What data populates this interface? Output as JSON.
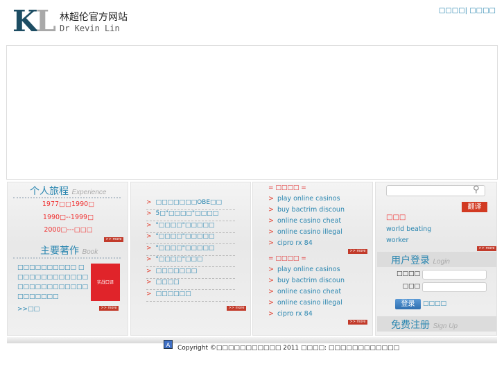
{
  "header": {
    "logo_k": "K",
    "logo_l": "L",
    "site_name": "林超伦官方网站",
    "site_name_en": "Dr Kevin Lin",
    "top_links": "□□□□| □□□□"
  },
  "experience": {
    "title": "个人旅程",
    "title_en": "Experience",
    "years": [
      "1977□□1990□",
      "1990□--1999□",
      "2000□---□□□"
    ],
    "more": ">> more"
  },
  "books": {
    "title": "主要著作",
    "title_en": "Book",
    "text": "□□□□□□□□□□ □□□□□□□□□□□□□□□□□□□□□□□□□□□□□□□□",
    "link": ">>□□",
    "more": ">> more",
    "cover_title": "实战口译"
  },
  "articles": {
    "items": [
      "□□□□□□□OBE□□",
      "5□\"□□□□\"□□□□",
      "\"□□□□\"□□□□□",
      "\"□□□□\"□□□□□",
      "\"□□□□\"□□□□□",
      "\"□□□□\"□□□",
      "□□□□□□□",
      "□□□□",
      "□□□□□□"
    ],
    "more": ">> more"
  },
  "links": {
    "sections": [
      {
        "header": "= □□□□ =",
        "items": [
          "play online casinos",
          "buy bactrim discoun",
          "online casino cheat",
          "online casino illegal",
          "cipro rx 84"
        ],
        "more": ">> more"
      },
      {
        "header": "= □□□□ =",
        "items": [
          "play online casinos",
          "buy bactrim discoun",
          "online casino cheat",
          "online casino illegal",
          "cipro rx 84"
        ],
        "more": ">> more"
      }
    ]
  },
  "sidebar": {
    "search_placeholder": "",
    "translate": "翻译",
    "word_label": "□□□",
    "words": [
      "world beating",
      "worker"
    ],
    "more": ">> more",
    "login_title": "用户登录",
    "login_title_en": "Login",
    "username_label": "□□□□",
    "password_label": "□□□",
    "login_button": "登录",
    "forgot": "□□□□",
    "signup_title": "免费注册",
    "signup_title_en": "Sign Up"
  },
  "footer": {
    "copyright": "Copyright ©□□□□□□□□□□□ 2011 □□□□: □□□□□□□□□□□□"
  }
}
